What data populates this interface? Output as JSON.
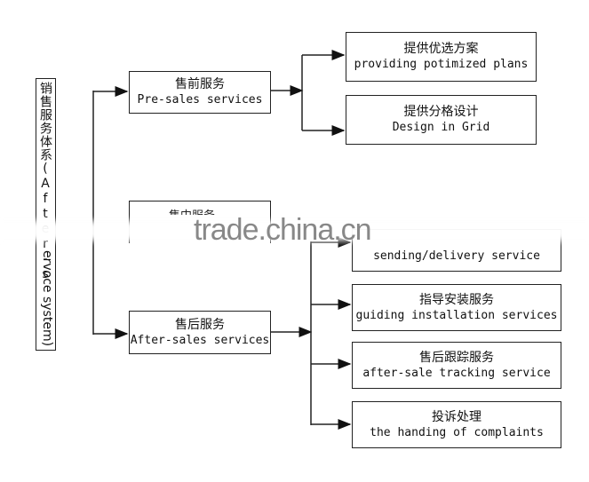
{
  "root": {
    "label_top": "销售服务体系(After-s",
    "label_bottom": "ervoce system)"
  },
  "branches": [
    {
      "zh": "售前服务",
      "en": "Pre-sales services",
      "children": [
        {
          "zh": "提供优选方案",
          "en": "providing potimized plans"
        },
        {
          "zh": "提供分格设计",
          "en": "Design in Grid"
        }
      ]
    },
    {
      "zh": "售中服务",
      "en": ""
    },
    {
      "zh": "售后服务",
      "en": "After-sales services",
      "children": [
        {
          "zh": "",
          "en": "sending/delivery service"
        },
        {
          "zh": "指导安装服务",
          "en": "guiding installation services"
        },
        {
          "zh": "售后跟踪服务",
          "en": "after-sale tracking service"
        },
        {
          "zh": "投诉处理",
          "en": "the handing of complaints"
        }
      ]
    }
  ],
  "watermark": "trade.china.cn"
}
